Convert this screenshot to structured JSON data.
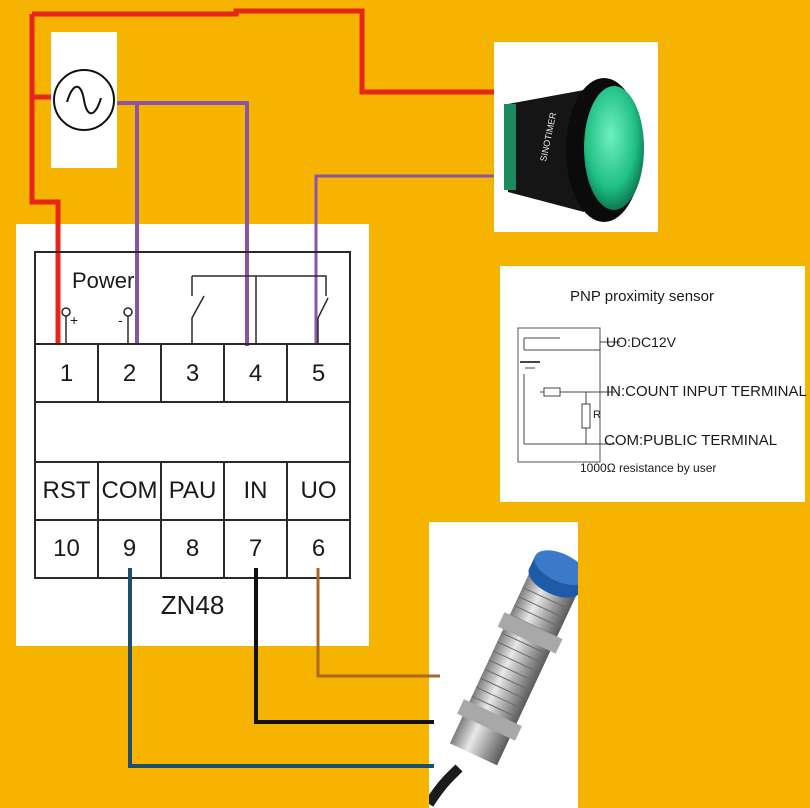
{
  "colors": {
    "background": "#f6b300",
    "wire_red": "#e8251a",
    "wire_purple": "#8a55a8",
    "wire_black": "#111111",
    "wire_blue": "#1f4e6b",
    "wire_brown": "#a86a24",
    "lamp_green": "#27c98d",
    "sensor_cap": "#1f5aa8"
  },
  "icons": {
    "ac_source": "ac-source-icon",
    "lamp": "indicator-lamp",
    "sensor": "proximity-sensor"
  },
  "controller": {
    "model": "ZN48",
    "power_label": "Power",
    "plus_sign": "+",
    "minus_sign": "-",
    "top_terminals": [
      "1",
      "2",
      "3",
      "4",
      "5"
    ],
    "bottom_labels": [
      "RST",
      "COM",
      "PAU",
      "IN",
      "UO"
    ],
    "bottom_terminals": [
      "10",
      "9",
      "8",
      "7",
      "6"
    ]
  },
  "lamp": {
    "brand": "SINOTIMER"
  },
  "sensor_box": {
    "title": "PNP proximity sensor",
    "uo_label": "UO:DC12V",
    "in_label": "IN:COUNT INPUT TERMINAL",
    "com_label": "COM:PUBLIC TERMINAL",
    "resistor_label": "R",
    "note": "1000Ω resistance by user"
  }
}
